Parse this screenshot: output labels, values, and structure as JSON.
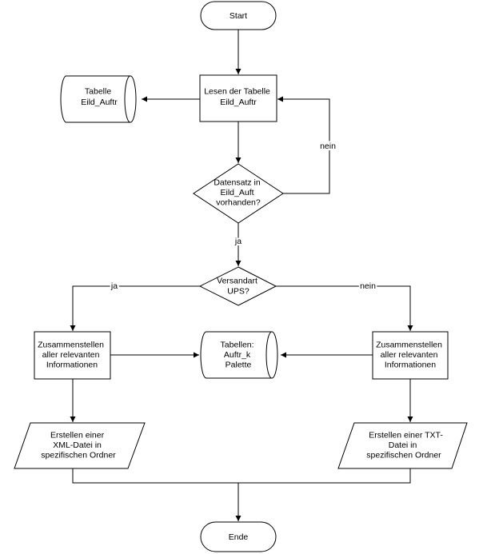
{
  "nodes": {
    "start": {
      "label": "Start"
    },
    "table_eild": {
      "lines": [
        "Tabelle",
        "Eild_Auftr"
      ]
    },
    "read_table": {
      "lines": [
        "Lesen der Tabelle",
        "Eild_Auftr"
      ]
    },
    "decision_record": {
      "lines": [
        "Datensatz in",
        "Eild_Auft",
        "vorhanden?"
      ]
    },
    "decision_ups": {
      "lines": [
        "Versandart",
        "UPS?"
      ]
    },
    "assemble_left": {
      "lines": [
        "Zusammenstellen",
        "aller relevanten",
        "Informationen"
      ]
    },
    "tables_center": {
      "lines": [
        "Tabellen:",
        "Auftr_k",
        "Palette"
      ]
    },
    "assemble_right": {
      "lines": [
        "Zusammenstellen",
        "aller relevanten",
        "Informationen"
      ]
    },
    "xml_file": {
      "lines": [
        "Erstellen einer",
        "XML-Datei in",
        "spezifischen Ordner"
      ]
    },
    "txt_file": {
      "lines": [
        "Erstellen einer TXT-",
        "Datei in",
        "spezifischen Ordner"
      ]
    },
    "end": {
      "label": "Ende"
    }
  },
  "edges": {
    "nein_loop": "nein",
    "ja_down": "ja",
    "ja_left": "ja",
    "nein_right": "nein"
  }
}
